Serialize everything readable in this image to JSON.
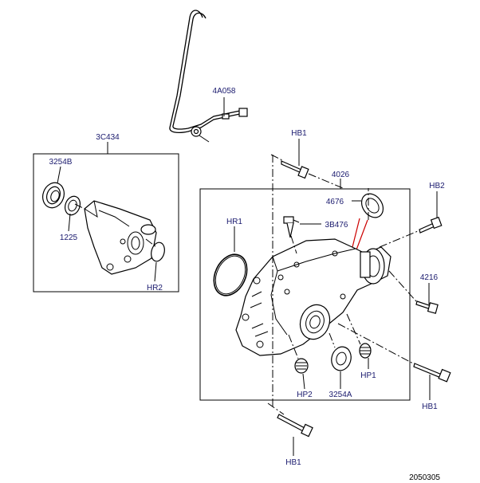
{
  "callouts": {
    "c_4a058": "4A058",
    "c_3c434": "3C434",
    "c_3254b": "3254B",
    "c_1225": "1225",
    "c_hr2_left": "HR2",
    "c_hb1_top": "HB1",
    "c_4026": "4026",
    "c_4676": "4676",
    "c_hb2": "HB2",
    "c_hr1": "HR1",
    "c_3b476": "3B476",
    "c_4216": "4216",
    "c_hp1": "HP1",
    "c_hp2": "HP2",
    "c_3254a": "3254A",
    "c_hb1_right": "HB1",
    "c_hb1_bottom": "HB1"
  },
  "figure_number": "2050305",
  "colors": {
    "line": "#000000",
    "label": "#1a1a6e",
    "highlight": "#cc0000"
  }
}
